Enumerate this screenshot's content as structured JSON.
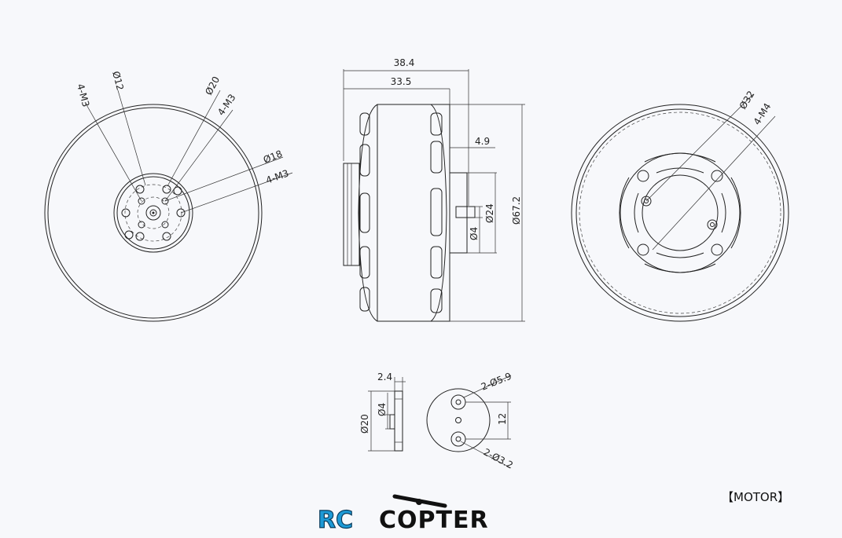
{
  "front_view": {
    "dims": [
      "4-M3",
      "Ø12",
      "Ø20",
      "4-M3",
      "Ø18",
      "4-M3"
    ]
  },
  "side_view": {
    "dims": [
      "38.4",
      "33.5",
      "4.9",
      "Ø24",
      "Ø4",
      "Ø67.2"
    ]
  },
  "back_view": {
    "dims": [
      "Ø32",
      "4-M4"
    ]
  },
  "adapter_side": {
    "dims": [
      "2.4",
      "Ø4",
      "Ø20"
    ]
  },
  "adapter_front": {
    "dims": [
      "2-Ø5.9",
      "12",
      "2-Ø3.2"
    ]
  },
  "tag": "【MOTOR】",
  "logo": {
    "text_a": "RC",
    "text_b": "COPTER",
    "color_a": "#1e9ad6",
    "color_b": "#111111"
  }
}
